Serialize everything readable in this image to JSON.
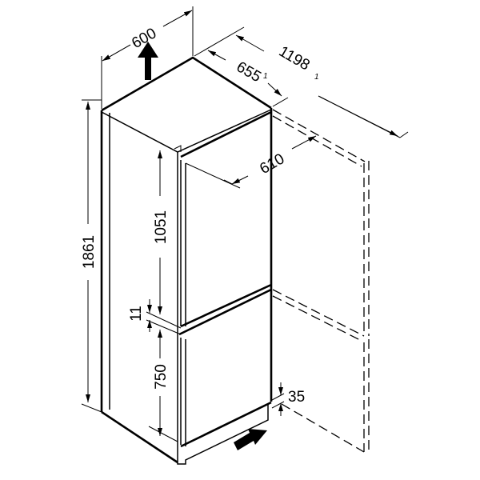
{
  "dimensions": {
    "width": "600",
    "depth": "655",
    "depth_footnote": "1",
    "depth_door_open": "1198",
    "depth_door_open_footnote": "1",
    "niche_depth": "610",
    "height": "1861",
    "upper_door": "1051",
    "door_gap": "11",
    "lower_door": "750",
    "plinth": "35"
  },
  "colors": {
    "line": "#000000",
    "background": "#ffffff"
  }
}
